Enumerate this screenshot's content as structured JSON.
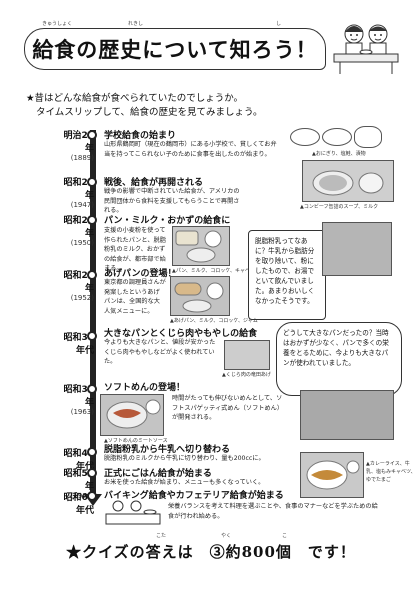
{
  "title": "給食の歴史について知ろう！",
  "title_ruby": {
    "kyushoku": "きゅうしょく",
    "rekishi": "れきし",
    "shi": "し"
  },
  "intro": {
    "line1": "★昔はどんな給食が食べられていたのでしょうか。",
    "line2": "タイムスリップして、給食の歴史を見てみましょう。"
  },
  "events": [
    {
      "era": "明治22年",
      "year": "(1889)",
      "title": "学校給食の始まり",
      "desc": "山形県鶴岡町（現在の鶴岡市）にある小学校で、貧しくてお弁当を持ってこられない子のために食事を出したのが始まり。"
    },
    {
      "era": "昭和22年",
      "year": "(1947)",
      "title": "戦後、給食が再開される",
      "desc": "戦争の影響で中断されていた給食が、アメリカの民間団体から食料を支援してもらうことで再開される。"
    },
    {
      "era": "昭和25年",
      "year": "(1950)",
      "title": "パン・ミルク・おかずの給食に",
      "desc": "支援の小麦粉を使って作られたパンと、脱脂粉乳のミルク、おかずの給食が、都市部で始まる。"
    },
    {
      "era": "昭和27年",
      "year": "(1952)",
      "title": "あげパンの登場！",
      "desc": "東京都の調理員さんが発案したというあげパンは、全国的な大人気メニューに。"
    },
    {
      "era": "昭和30年代",
      "year": "",
      "title": "大きなパンとくじら肉やもやしの給食",
      "desc": "今よりも大きなパンと、値段が安かったくじら肉やもやしなどがよく使われていた。"
    },
    {
      "era": "昭和38年",
      "year": "(1963)",
      "title": "ソフトめんの登場！",
      "desc": "時間がたっても伸びないめんとして、ソフトスパゲッティ式めん（ソフトめん）が開発される。"
    },
    {
      "era": "昭和40年代",
      "year": "",
      "title": "脱脂粉乳から牛乳へ切り替わる",
      "desc": "脱脂粉乳のミルクから牛乳に切り替わり、量も200ccに。"
    },
    {
      "era": "昭和51年",
      "year": "(1976)",
      "title": "正式にごはん給食が始まる",
      "desc": "お米を使った給食が始まり、メニューも多くなっていく。"
    },
    {
      "era": "昭和60年代",
      "year": "",
      "title": "バイキング給食やカフェテリア給食が始まる",
      "desc": "栄養バランスを考えて料理を選ぶことや、食事のマナーなどを学ぶための給食が行われ始める。"
    }
  ],
  "captions": {
    "meiji": "▲おにぎり、塩鮭、漬物",
    "s22": "▲コンビーフ缶詰のスープ、ミルク",
    "s25": "▲パン、ミルク、コロッケ、キャベツ",
    "s27": "▲あげパン、ミルク、コロッケ、ジャム",
    "s30": "▲くじら肉の竜田あげ",
    "s38": "▲ソフトめんのミートソース",
    "s51": "▲カレーライス、牛乳、塩もみキャベツ、ゆでたまご"
  },
  "bubbles": {
    "b1": "脱脂粉乳ってなあに？牛乳から脂肪分を取り除いて、粉にしたもので、お湯でといて飲んでいました。あまりおいしくなかったそうです。",
    "b2": "どうして大きなパンだったの？当時はおかずが少なく、パンで多くの栄養をとるために、今よりも大きなパンが使われていました。"
  },
  "answer": "★クイズの答えは　③約800個　です！",
  "answer_ruby": {
    "kotae": "こた",
    "yaku": "やく",
    "ko": "こ"
  }
}
